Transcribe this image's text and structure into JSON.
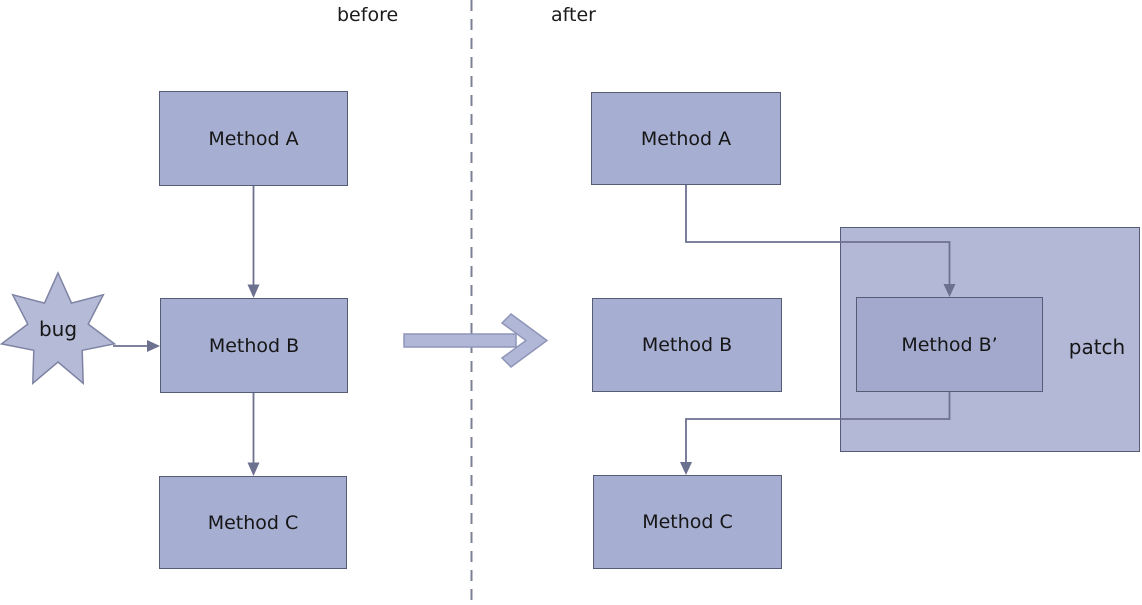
{
  "labels": {
    "before": "before",
    "after": "after",
    "bug": "bug",
    "patch": "patch"
  },
  "before_panel": {
    "nodes": [
      {
        "label": "Method A"
      },
      {
        "label": "Method B"
      },
      {
        "label": "Method C"
      }
    ]
  },
  "after_panel": {
    "nodes": [
      {
        "label": "Method A"
      },
      {
        "label": "Method B"
      },
      {
        "label": "Method C"
      }
    ],
    "patched_node": {
      "label": "Method B’"
    }
  },
  "edges": {
    "before": [
      "Method A -> Method B",
      "Method B -> Method C",
      "bug -> Method B"
    ],
    "after": [
      "Method A -> Method B’",
      "Method B’ -> Method C"
    ]
  },
  "colors": {
    "node_fill": "#a6aed1",
    "node_border": "#565b76",
    "patch_fill": "#b2b8d5",
    "patched_node_fill": "#a2a9cc",
    "connector": "#6d7190",
    "big_arrow_fill": "#b1b7d6",
    "big_arrow_border": "#8f95b8",
    "star_fill": "#b5bbd7",
    "star_border": "#7e83a3",
    "divider": "#7c8094",
    "text": "#1b1b1b"
  }
}
